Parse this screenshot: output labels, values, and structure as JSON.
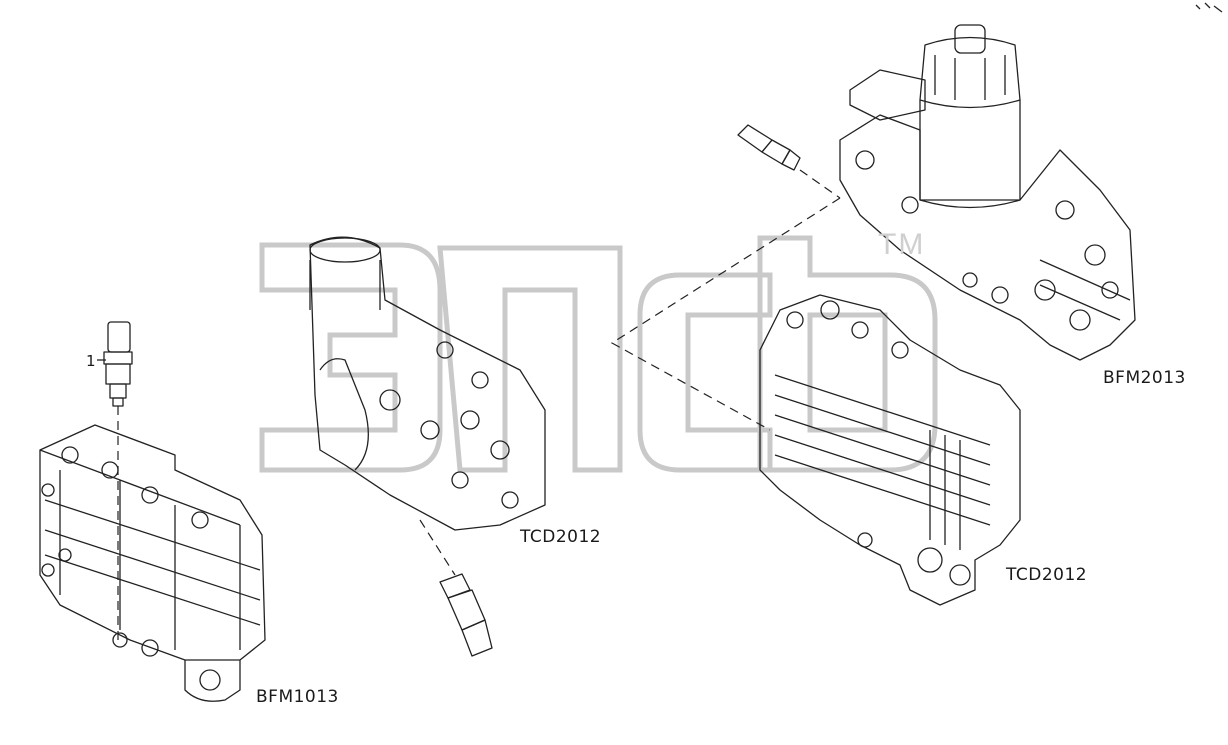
{
  "labels": {
    "callout_1": "1",
    "engine_bfm1013": "BFM1013",
    "engine_tcd2012_a": "TCD2012",
    "engine_tcd2012_b": "TCD2012",
    "engine_bfm2013": "BFM2013"
  },
  "watermark": {
    "text": "элсб",
    "trademark": "TM"
  },
  "colors": {
    "line": "#222222",
    "watermark": "#c9c9c9",
    "background": "#ffffff"
  }
}
